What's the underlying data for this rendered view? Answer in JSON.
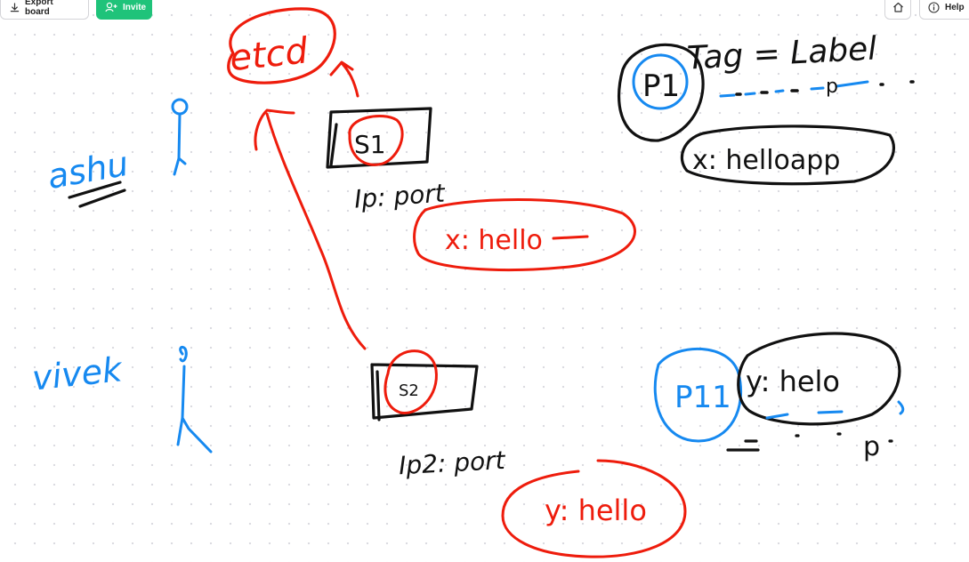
{
  "toolbar": {
    "export_label": "Export board",
    "invite_label": "Invite",
    "help_label": "Help"
  },
  "icons": {
    "export": "download-icon",
    "invite": "add-user-icon",
    "home": "home-icon",
    "help": "info-icon"
  },
  "colors": {
    "accent": "#1fc37a",
    "ink_red": "#ee1c0c",
    "ink_blue": "#1689f0",
    "ink_black": "#111111"
  },
  "board": {
    "etcd": "etcd",
    "ashu": "ashu",
    "vivek": "vivek",
    "s1": "S1",
    "s2": "S2",
    "ip_port_1": "Ip: port",
    "ip_port_2": "Ip2: port",
    "x_hello": "x: hello",
    "y_hello": "y: hello",
    "p1": "P1",
    "p11": "P11",
    "tag_label": "Tag = Label",
    "x_hello_app": "x: helloapp",
    "y_helo": "y: helo",
    "p_dots_1": "p",
    "p_dots_2": "p"
  }
}
